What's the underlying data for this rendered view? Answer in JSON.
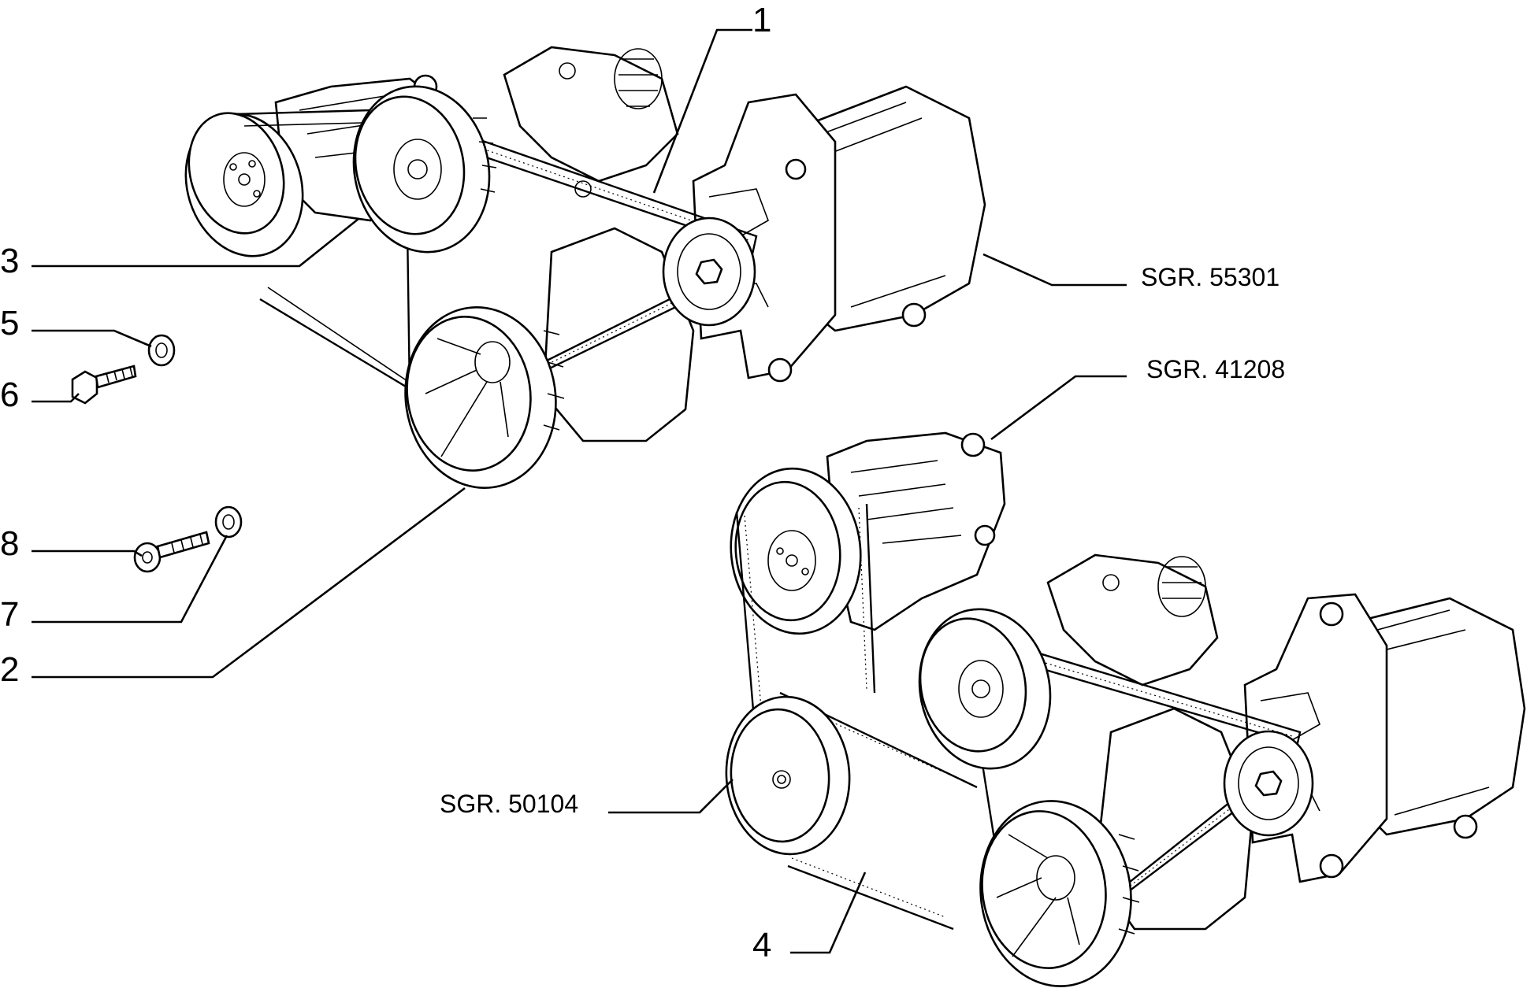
{
  "callouts": {
    "c1": "1",
    "c2": "2",
    "c3": "3",
    "c4": "4",
    "c5": "5",
    "c6": "6",
    "c7": "7",
    "c8": "8"
  },
  "references": {
    "r55301": "SGR. 55301",
    "r41208": "SGR. 41208",
    "r50104": "SGR. 50104"
  }
}
